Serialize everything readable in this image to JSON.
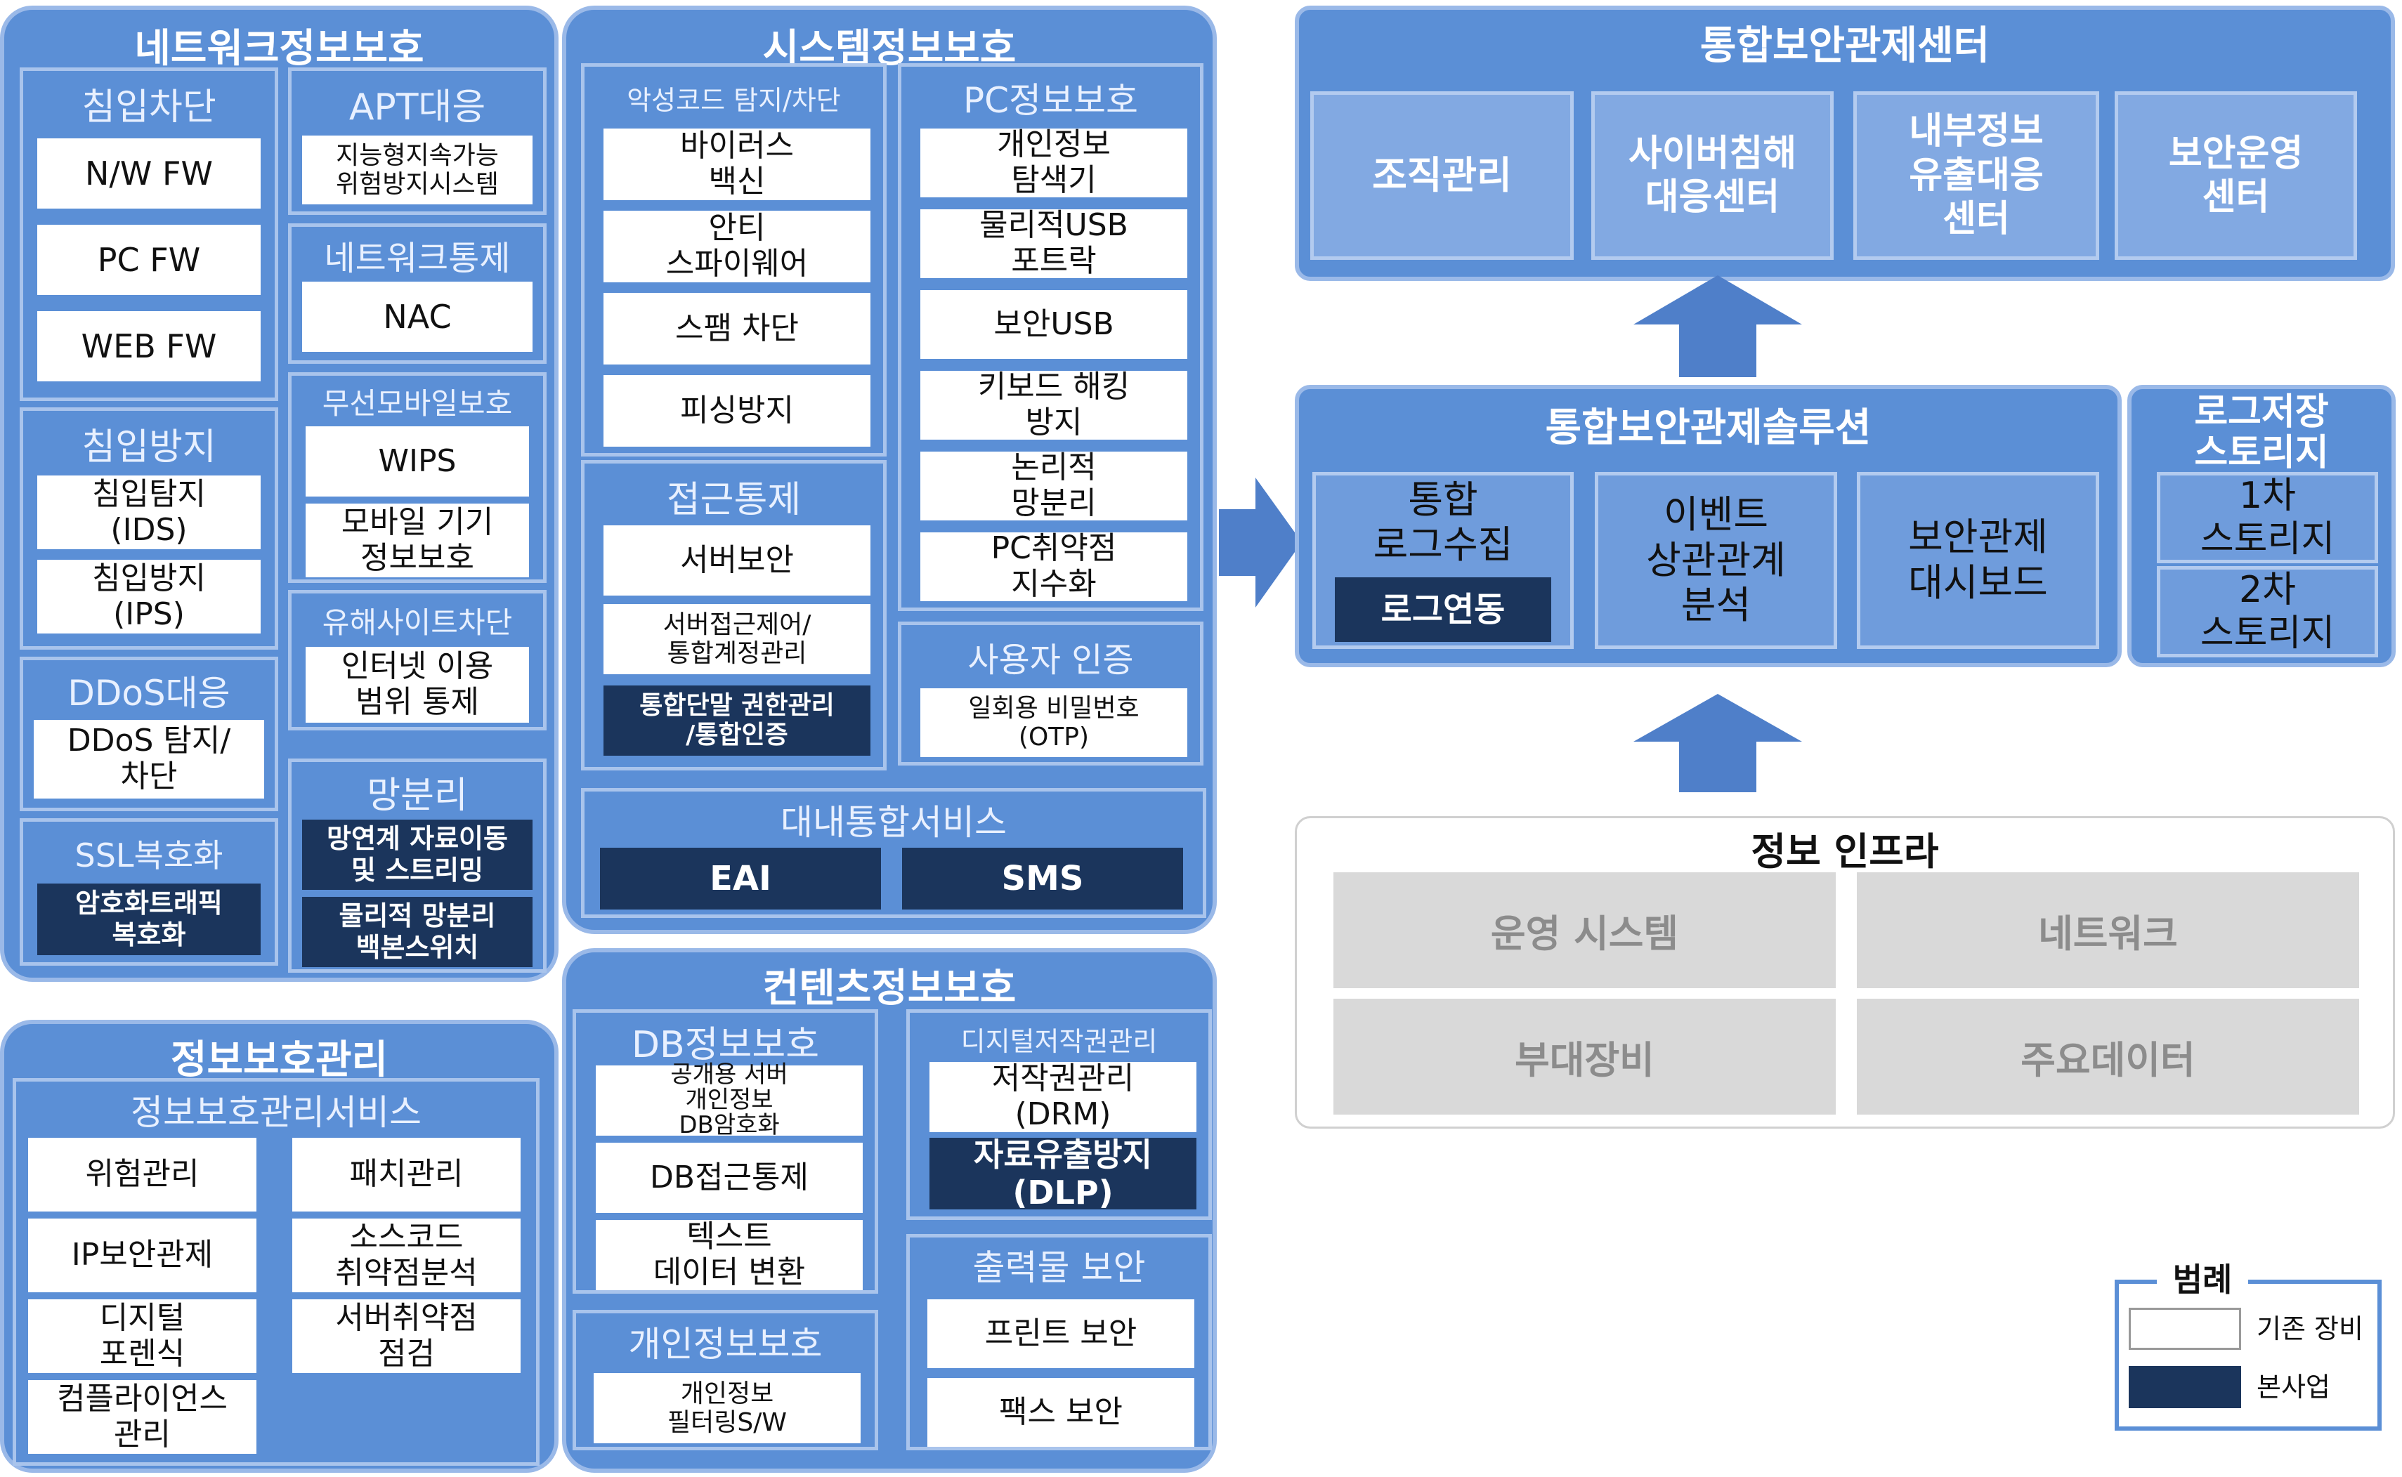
{
  "network": {
    "title": "네트워크정보보호",
    "intrusion_block": {
      "title": "침입차단",
      "items": [
        "N/W FW",
        "PC FW",
        "WEB FW"
      ]
    },
    "apt": {
      "title": "APT대응",
      "items": [
        "지능형지속가능\n위험방지시스템"
      ]
    },
    "net_control": {
      "title": "네트워크통제",
      "items": [
        "NAC"
      ]
    },
    "intrusion_prevent": {
      "title": "침입방지",
      "items": [
        "침입탐지\n(IDS)",
        "침입방지\n(IPS)"
      ]
    },
    "wireless": {
      "title": "무선모바일보호",
      "items": [
        "WIPS",
        "모바일 기기\n정보보호"
      ]
    },
    "harmful": {
      "title": "유해사이트차단",
      "items": [
        "인터넷 이용\n범위 통제"
      ]
    },
    "ddos": {
      "title": "DDoS대응",
      "items": [
        "DDoS 탐지/\n차단"
      ]
    },
    "separation": {
      "title": "망분리",
      "items": [
        "망연계 자료이동\n및 스트리밍",
        "물리적 망분리\n백본스위치"
      ]
    },
    "ssl": {
      "title": "SSL복호화",
      "items": [
        "암호화트래픽\n복호화"
      ]
    }
  },
  "system": {
    "title": "시스템정보보호",
    "malware": {
      "title": "악성코드 탐지/차단",
      "items": [
        "바이러스\n백신",
        "안티\n스파이웨어",
        "스팸 차단",
        "피싱방지"
      ]
    },
    "pc": {
      "title": "PC정보보호",
      "items": [
        "개인정보\n탐색기",
        "물리적USB\n포트락",
        "보안USB",
        "키보드 해킹\n방지",
        "논리적\n망분리",
        "PC취약점\n지수화"
      ]
    },
    "access": {
      "title": "접근통제",
      "items": [
        "서버보안",
        "서버접근제어/\n통합계정관리",
        "통합단말 권한관리\n/통합인증"
      ]
    },
    "auth": {
      "title": "사용자 인증",
      "items": [
        "일회용 비밀번호\n(OTP)"
      ]
    },
    "internal": {
      "title": "대내통합서비스",
      "items": [
        "EAI",
        "SMS"
      ]
    }
  },
  "mgmt": {
    "title": "정보보호관리",
    "service": {
      "title": "정보보호관리서비스",
      "left": [
        "위험관리",
        "IP보안관제",
        "디지털\n포렌식",
        "컴플라이언스\n관리"
      ],
      "right": [
        "패치관리",
        "소스코드\n취약점분석",
        "서버취약점\n점검"
      ]
    }
  },
  "contents": {
    "title": "컨텐츠정보보호",
    "db": {
      "title": "DB정보보호",
      "items": [
        "공개용 서버\n개인정보\nDB암호화",
        "DB접근통제",
        "텍스트\n데이터 변환"
      ]
    },
    "drm": {
      "title": "디지털저작권관리",
      "items": [
        "저작권관리\n(DRM)",
        "자료유출방지\n(DLP)"
      ]
    },
    "print": {
      "title": "출력물 보안",
      "items": [
        "프린트 보안",
        "팩스 보안"
      ]
    },
    "privacy": {
      "title": "개인정보보호",
      "items": [
        "개인정보\n필터링S/W"
      ]
    }
  },
  "center": {
    "title": "통합보안관제센터",
    "items": [
      "조직관리",
      "사이버침해\n대응센터",
      "내부정보\n유출대응\n센터",
      "보안운영\n센터"
    ]
  },
  "solution": {
    "title": "통합보안관제솔루션",
    "log_collect": "통합\n로그수집",
    "log_link": "로그연동",
    "event": "이벤트\n상관관계\n분석",
    "dashboard": "보안관제\n대시보드"
  },
  "storage": {
    "title": "로그저장\n스토리지",
    "items": [
      "1차\n스토리지",
      "2차\n스토리지"
    ]
  },
  "infra": {
    "title": "정보 인프라",
    "items": [
      "운영 시스템",
      "네트워크",
      "부대장비",
      "주요데이터"
    ]
  },
  "legend": {
    "title": "범례",
    "existing": "기존 장비",
    "project": "본사업"
  },
  "colors": {
    "panel": "#5b8fd6",
    "dark": "#1b355c",
    "infra": "#d9d9d9"
  }
}
